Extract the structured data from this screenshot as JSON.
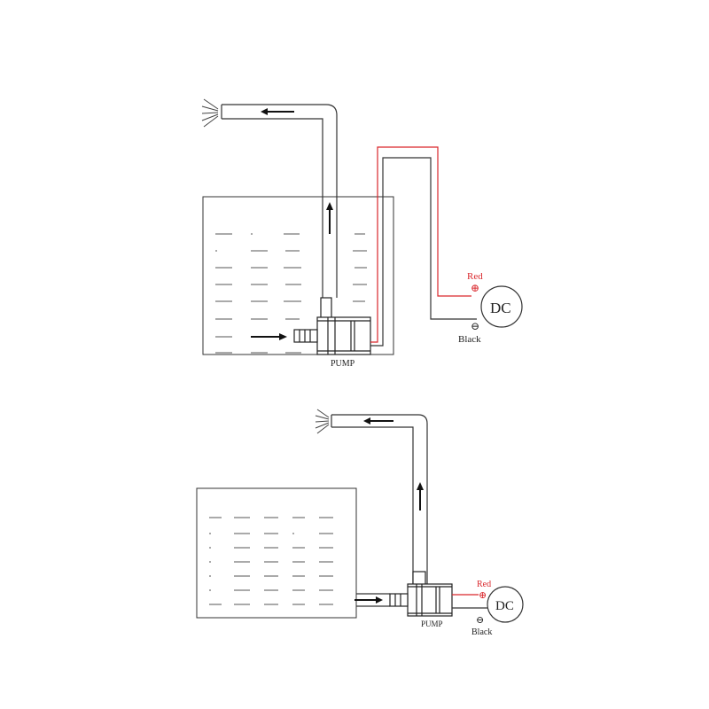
{
  "colors": {
    "line": "#333333",
    "red_wire": "#d9262b",
    "black_wire": "#333333",
    "background": "#ffffff"
  },
  "diagrams": [
    {
      "id": "submersible",
      "pump_label": "PUMP",
      "dc_label": "DC",
      "positive_label": "Red",
      "negative_label": "Black",
      "positive_symbol": "⊕",
      "negative_symbol": "⊖"
    },
    {
      "id": "inline",
      "pump_label": "PUMP",
      "dc_label": "DC",
      "positive_label": "Red",
      "negative_label": "Black",
      "positive_symbol": "⊕",
      "negative_symbol": "⊖"
    }
  ],
  "icons": {
    "flow_arrow": "arrow-icon",
    "spray": "water-spray-icon",
    "power": "dc-power-source-icon"
  }
}
